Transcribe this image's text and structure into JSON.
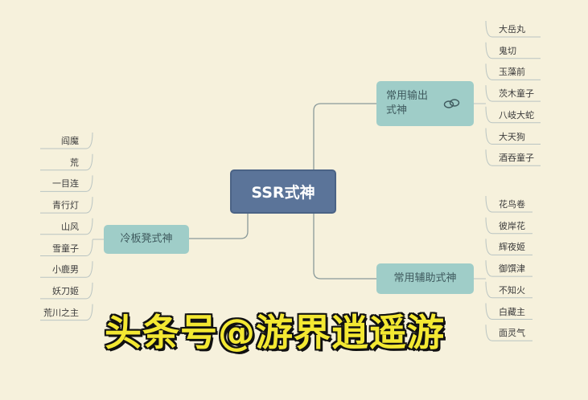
{
  "root": {
    "label": "SSR式神"
  },
  "branches": {
    "output": {
      "label": "常用输出式神",
      "icon": "link-icon",
      "children": [
        "大岳丸",
        "鬼切",
        "玉藻前",
        "茨木童子",
        "八岐大蛇",
        "大天狗",
        "酒吞童子"
      ]
    },
    "support": {
      "label": "常用辅助式神",
      "children": [
        "花鸟卷",
        "彼岸花",
        "辉夜姬",
        "御馔津",
        "不知火",
        "白藏主",
        "面灵气"
      ]
    },
    "bench": {
      "label": "冷板凳式神",
      "children": [
        "阎魔",
        "荒",
        "一目连",
        "青行灯",
        "山风",
        "雪童子",
        "小鹿男",
        "妖刀姬",
        "荒川之主"
      ]
    }
  },
  "watermark": "头条号@游界逍遥游",
  "colors": {
    "background": "#f6f1dc",
    "root_fill": "#5b7499",
    "branch_fill": "#9fcdc8",
    "line": "#8a9a9a",
    "watermark_fill": "#f3e832"
  }
}
